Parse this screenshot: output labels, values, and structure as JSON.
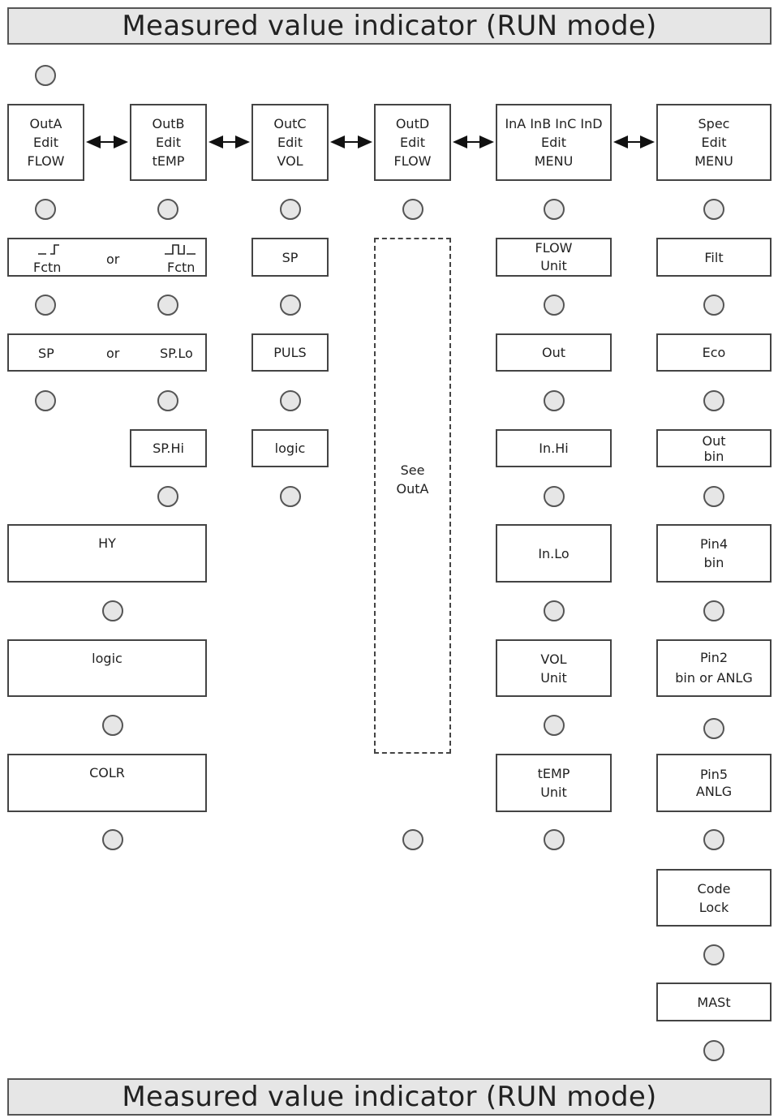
{
  "banner": {
    "top": "Measured value indicator (RUN mode)",
    "bottom": "Measured value indicator (RUN mode)"
  },
  "outA": {
    "l1": "OutA",
    "l2": "Edit",
    "l3": "FLOW"
  },
  "outB": {
    "l1": "OutB",
    "l2": "Edit",
    "l3": "tEMP"
  },
  "outC": {
    "l1": "OutC",
    "l2": "Edit",
    "l3": "VOL"
  },
  "outD": {
    "l1": "OutD",
    "l2": "Edit",
    "l3": "FLOW"
  },
  "inputs": {
    "l1": "InA InB InC InD",
    "l2": "Edit",
    "l3": "MENU"
  },
  "spec": {
    "l1": "Spec",
    "l2": "Edit",
    "l3": "MENU"
  },
  "ab": {
    "fctn_left": "Fctn",
    "fctn_or": "or",
    "fctn_right": "Fctn",
    "sp_left": "SP",
    "sp_or": "or",
    "sp_lo": "SP.Lo",
    "sp_hi": "SP.Hi",
    "hy": "HY",
    "logic": "logic",
    "colr": "COLR"
  },
  "c": {
    "sp": "SP",
    "puls": "PULS",
    "logic": "logic"
  },
  "d": {
    "see_l1": "See",
    "see_l2": "OutA"
  },
  "in": {
    "flow_l1": "FLOW",
    "flow_l2": "Unit",
    "out": "Out",
    "in_hi": "In.Hi",
    "in_lo": "In.Lo",
    "vol_l1": "VOL",
    "vol_l2": "Unit",
    "temp_l1": "tEMP",
    "temp_l2": "Unit"
  },
  "sp": {
    "filt": "Filt",
    "eco": "Eco",
    "outbin_l1": "Out",
    "outbin_l2": "bin",
    "pin4_l1": "Pin4",
    "pin4_l2": "bin",
    "pin2_l1": "Pin2",
    "pin2_l2": "bin or ANLG",
    "pin5_l1": "Pin5",
    "pin5_l2": "ANLG",
    "code_l1": "Code",
    "code_l2": "Lock",
    "mast": "MASt"
  }
}
